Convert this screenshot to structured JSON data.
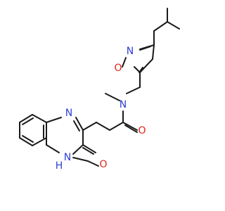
{
  "atom_labels": {
    "isoxazole_n": "N",
    "isoxazole_o": "O",
    "amide_n": "N",
    "carbonyl_o": "O",
    "quinox_n_top": "N",
    "quinox_nh": "N",
    "quinox_nh_h": "H",
    "lactam_o": "O"
  },
  "colors": {
    "bond": "#1a1a1a",
    "nitrogen": "#2f3fd6",
    "oxygen": "#e0241b",
    "background": "#ffffff"
  }
}
